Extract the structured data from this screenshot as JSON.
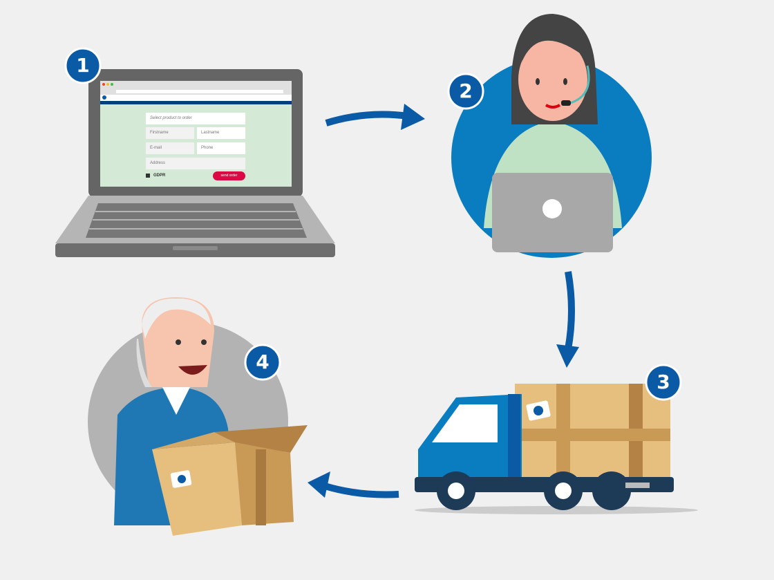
{
  "steps": [
    "1",
    "2",
    "3",
    "4"
  ],
  "form": {
    "product_placeholder": "Select product to order",
    "firstname_placeholder": "Firstname",
    "lastname_placeholder": "Lastname",
    "email_placeholder": "E-mail",
    "phone_placeholder": "Phone",
    "address_placeholder": "Address",
    "gdpr_label": "GDPR",
    "send_button": "send order"
  },
  "colors": {
    "accent": "#0a5aa5",
    "circle_blue": "#0a7cc0",
    "circle_gray": "#b3b3b3",
    "button": "#d90a45"
  }
}
